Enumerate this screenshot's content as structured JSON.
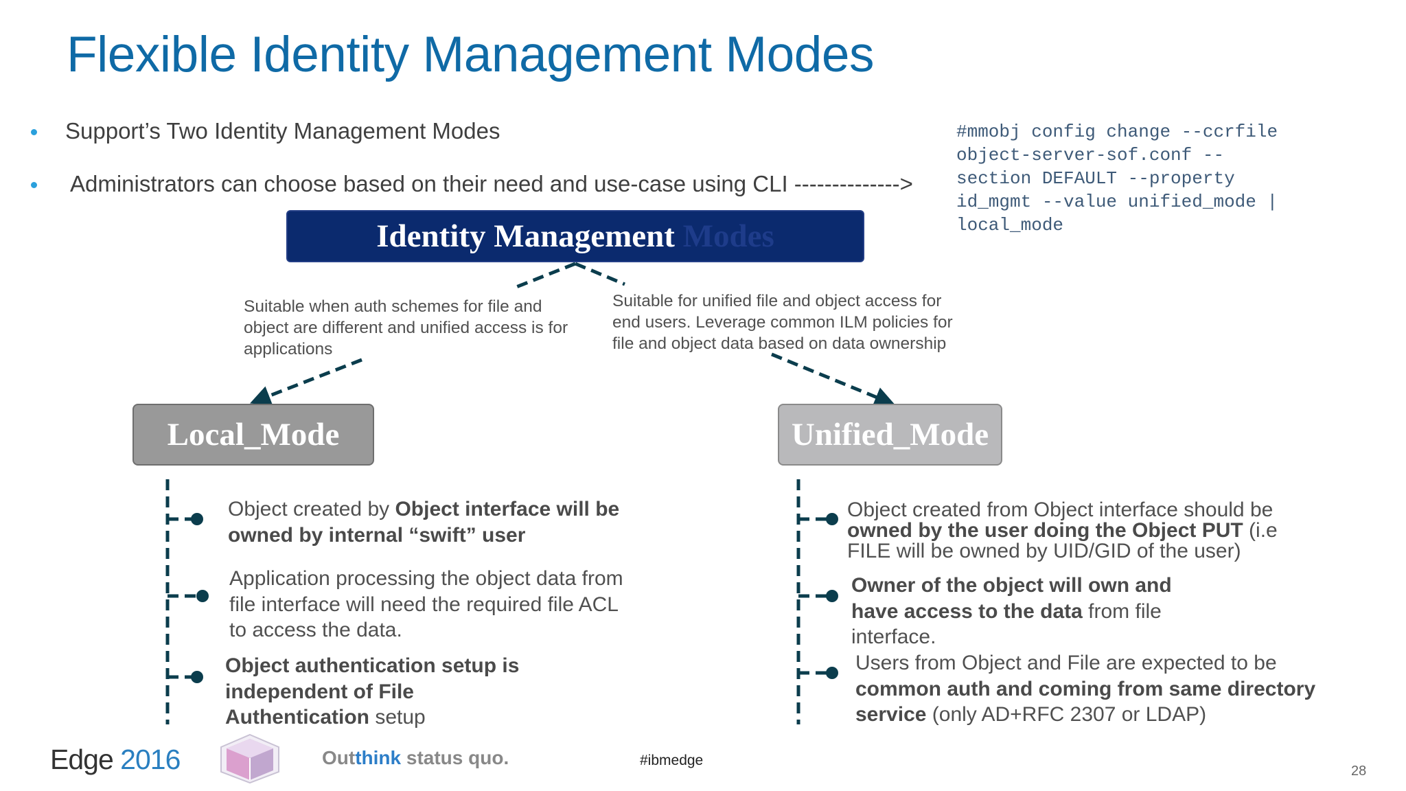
{
  "title": "Flexible Identity Management Modes",
  "bullets": [
    "Support’s Two Identity Management Modes",
    "Administrators can choose based on their need and use-case using CLI -------------->"
  ],
  "cli_lines": [
    "#mmobj config change --ccrfile",
    "object-server-sof.conf --",
    "section DEFAULT --property",
    "id_mgmt --value unified_mode |",
    "local_mode"
  ],
  "identity_box": {
    "label": "Identity Management",
    "ghost": "Modes"
  },
  "local_desc": "Suitable when auth schemes for file and object are different and unified access is for applications",
  "unified_desc": "Suitable for unified file and object access for end users. Leverage common ILM policies for file and object data based on data ownership",
  "local_mode": {
    "label": "Local_Mode",
    "items": [
      {
        "pre": "Object created by ",
        "bold": "Object interface will be owned by internal “swift” user",
        "post": ""
      },
      {
        "pre": "Application processing the object data from file interface will need the required file ACL to access the data.",
        "bold": "",
        "post": ""
      },
      {
        "pre": "",
        "bold": "Object authentication setup is independent of File Authentication",
        "post": " setup"
      }
    ]
  },
  "unified_mode": {
    "label": "Unified_Mode",
    "items": [
      {
        "pre": "Object created from Object interface should be ",
        "bold": "owned by the user doing the Object PUT",
        "post": " (i.e FILE will be owned by UID/GID of the user)"
      },
      {
        "pre": "",
        "bold": "Owner of the object will own and have access to the data",
        "post": " from file interface."
      },
      {
        "pre": "Users from Object and File are expected to be ",
        "bold": "common auth and coming from same directory service",
        "post": " (only AD+RFC 2307 or LDAP)"
      }
    ]
  },
  "footer": {
    "edge_word": "Edge",
    "edge_year": "2016",
    "tagline_out": "Out",
    "tagline_think": "think",
    "tagline_rest": " status quo.",
    "hashtag": "#ibmedge",
    "page_number": "28"
  },
  "colors": {
    "title": "#0f6aa6",
    "bullet": "#2aa0dc",
    "identity_box": "#0b2a6e",
    "local_box": "#999999",
    "unified_box": "#b9b9bb",
    "connector": "#0b3d4d"
  }
}
